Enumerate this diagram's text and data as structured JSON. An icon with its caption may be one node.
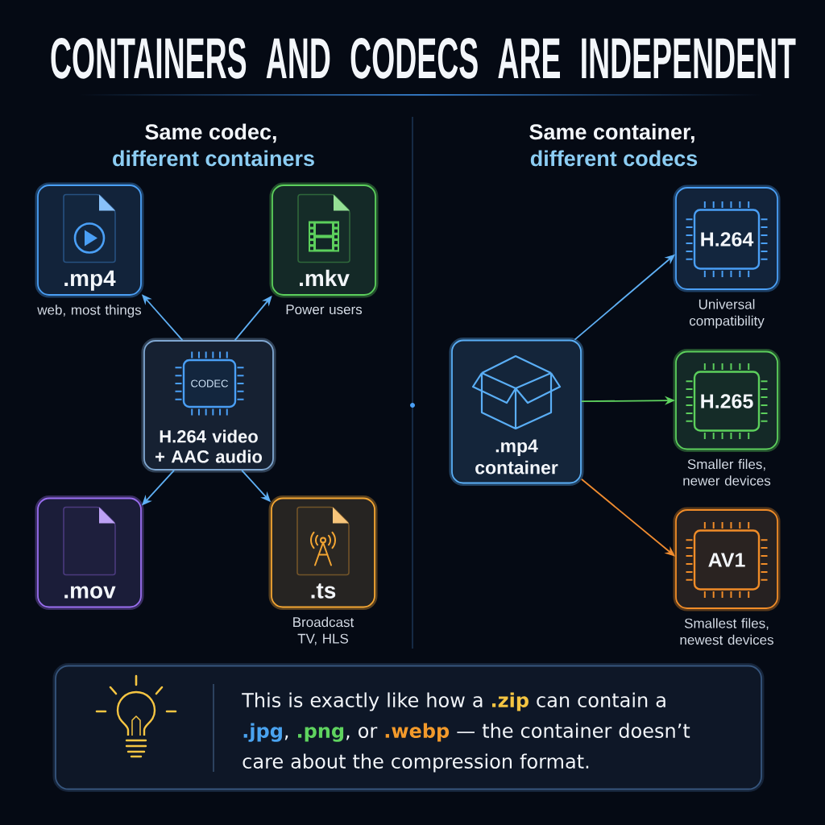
{
  "diagram": {
    "title": "CONTAINERS AND CODECS ARE INDEPENDENT",
    "nodes": [
      {
        "text": [
          ".mp4"
        ],
        "beside": [
          "web, most things"
        ]
      },
      {
        "text": [
          ".mkv"
        ],
        "beside": [
          "Power users"
        ]
      },
      {
        "text": [
          "CODEC",
          "H.264 video + AAC audio"
        ]
      },
      {
        "text": [
          ".mov"
        ]
      },
      {
        "text": [
          ".ts"
        ],
        "beside": [
          "Broadcast TV, HLS"
        ]
      },
      {
        "text": [
          "H.264"
        ],
        "beside": [
          "Universal compatibility"
        ]
      },
      {
        "text": [
          ".mp4 container"
        ]
      },
      {
        "text": [
          "H.265"
        ],
        "beside": [
          "Smaller files, newer devices"
        ]
      },
      {
        "text": [
          "AV1"
        ],
        "beside": [
          "Smallest files, newest devices"
        ]
      },
      {
        "text": [
          "This is exactly like how a **.zip** can contain a **.jpg**, **.png**, or **.webp** — the container doesn’t care about the compression format."
        ]
      }
    ],
    "edges": [
      {
        "from": 2,
        "to": 0,
        "arrow": "to"
      },
      {
        "from": 2,
        "to": 1,
        "arrow": "to"
      },
      {
        "from": 2,
        "to": 3,
        "arrow": "to"
      },
      {
        "from": 2,
        "to": 4,
        "arrow": "to"
      },
      {
        "from": 6,
        "to": 5,
        "arrow": "to"
      },
      {
        "from": 6,
        "to": 7,
        "arrow": "to",
        "color": "#5fd35f"
      },
      {
        "from": 6,
        "to": 8,
        "arrow": "to",
        "color": "#f08c30"
      }
    ],
    "labels": [
      "Same codec,",
      "different containers",
      "Same container,",
      "different codecs"
    ]
  }
}
